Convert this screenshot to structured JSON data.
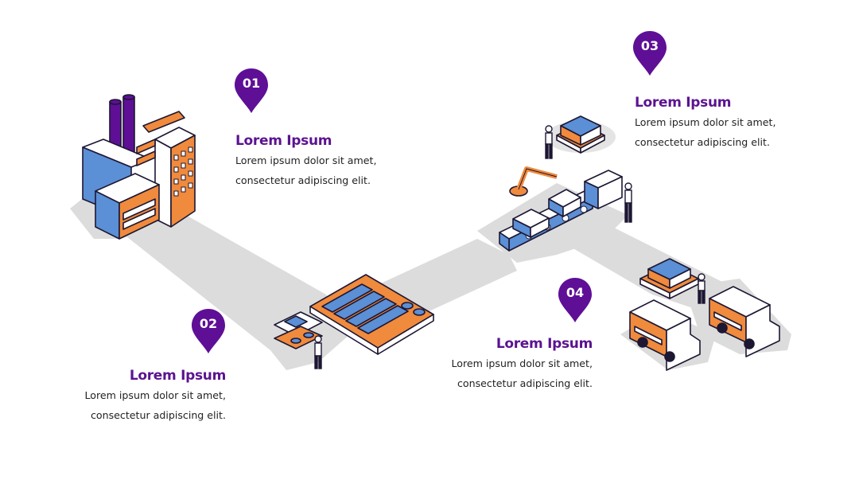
{
  "colors": {
    "accent": "#5b1390",
    "pin": "#5e0f96",
    "orange": "#f08a3c",
    "blue": "#5b8fd6",
    "path": "#dcdcdc",
    "outline": "#1d1733"
  },
  "steps": [
    {
      "number": "01",
      "title": "Lorem Ipsum",
      "line1": "Lorem ipsum dolor sit amet,",
      "line2": "consectetur adipiscing elit."
    },
    {
      "number": "02",
      "title": "Lorem Ipsum",
      "line1": "Lorem ipsum dolor sit amet,",
      "line2": "consectetur adipiscing elit."
    },
    {
      "number": "03",
      "title": "Lorem Ipsum",
      "line1": "Lorem ipsum dolor sit amet,",
      "line2": "consectetur adipiscing elit."
    },
    {
      "number": "04",
      "title": "Lorem Ipsum",
      "line1": "Lorem ipsum dolor sit amet,",
      "line2": "consectetur adipiscing elit."
    }
  ],
  "icons": [
    "map-pin-icon",
    "factory-illustration",
    "warehouse-racks-illustration",
    "robot-arm-conveyor-illustration",
    "pallet-boxes-illustration",
    "delivery-truck-illustration",
    "worker-figure-illustration"
  ]
}
